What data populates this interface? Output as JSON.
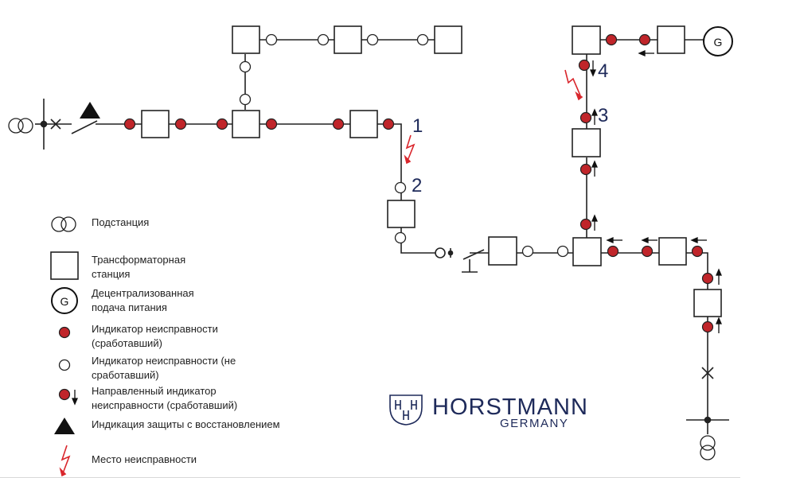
{
  "colors": {
    "line": "#222222",
    "tripped": "#c0252a",
    "fault": "#d9262c",
    "brand": "#1e2a5a"
  },
  "labels": {
    "point_1": "1",
    "point_2": "2",
    "point_3": "3",
    "point_4": "4",
    "generator_symbol": "G"
  },
  "legend": {
    "substation": "Подстанция",
    "transformer_station": [
      "Трансформаторная",
      "станция"
    ],
    "decentralized_supply": [
      "Децентрализованная",
      "подача питания"
    ],
    "fault_indicator_tripped": [
      "Индикатор неисправности",
      "(сработавший)"
    ],
    "fault_indicator_not_tripped": [
      "Индикатор неисправности (не",
      "сработавший)"
    ],
    "directional_fault_indicator": [
      "Направленный индикатор",
      "неисправности (сработавший)"
    ],
    "reclosing_protection": "Индикация защиты с восстановлением",
    "fault_location": "Место неисправности"
  },
  "logo": {
    "name": "HORSTMANN",
    "country": "GERMANY",
    "mark_letters": "HHH"
  }
}
